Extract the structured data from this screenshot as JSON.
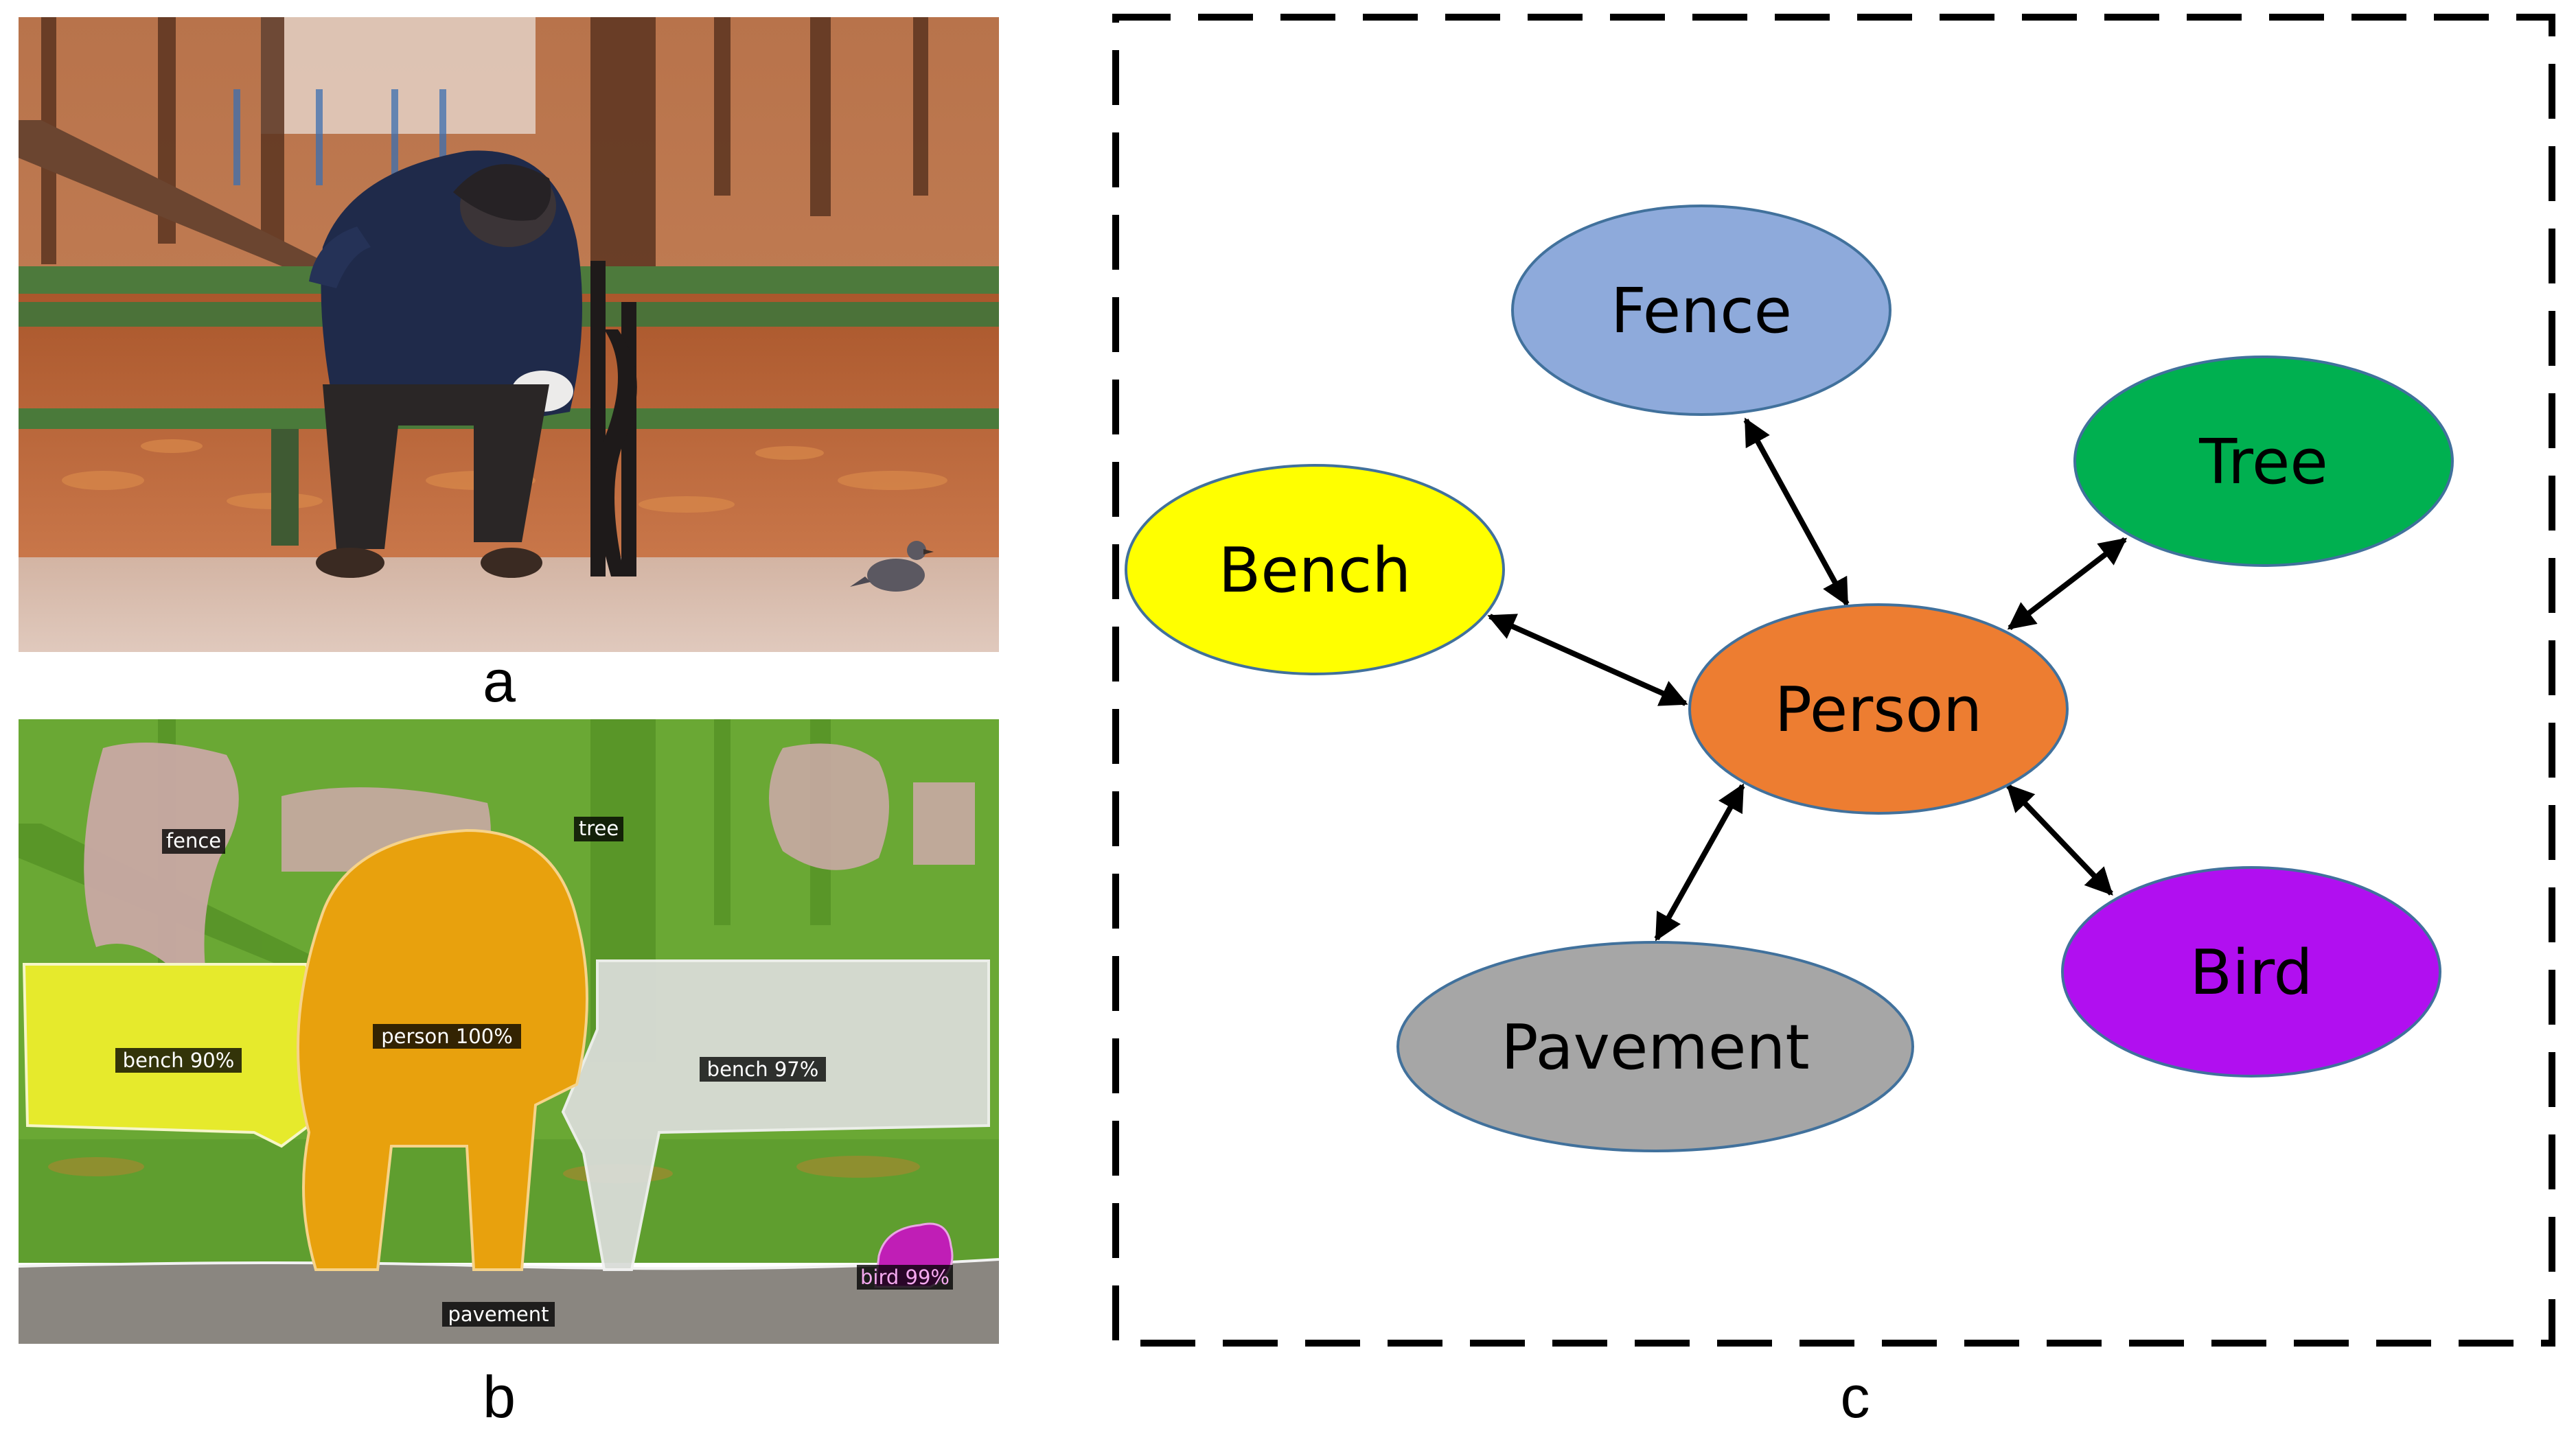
{
  "panels": {
    "a": {
      "letter": "a",
      "description_icon": "photo-park-bench-person"
    },
    "b": {
      "letter": "b",
      "labels": {
        "fence": "fence",
        "tree": "tree",
        "bench_left": "bench 90%",
        "person": "person 100%",
        "bench_right": "bench 97%",
        "bird": "bird 99%",
        "pavement": "pavement"
      }
    },
    "c": {
      "letter": "c",
      "nodes": {
        "fence": "Fence",
        "tree": "Tree",
        "bench": "Bench",
        "person": "Person",
        "bird": "Bird",
        "pavement": "Pavement"
      },
      "edges": [
        [
          "person",
          "fence"
        ],
        [
          "person",
          "tree"
        ],
        [
          "person",
          "bench"
        ],
        [
          "person",
          "bird"
        ],
        [
          "person",
          "pavement"
        ]
      ]
    }
  },
  "colors": {
    "fence": "#8eaadb",
    "tree": "#00b050",
    "bench": "#ffff00",
    "person": "#ed7d31",
    "bird": "#b10ff0",
    "pavement": "#a6a6a6",
    "node_stroke": "#41719c",
    "seg_person": "#e8a10d",
    "seg_bench_left": "#e6ea2c",
    "seg_bench_right": "#d9dcd7",
    "seg_tree": "#6aa834",
    "seg_fence": "#c9a8a4",
    "seg_bird": "#c01eb6",
    "seg_pavement": "#8a8680"
  }
}
